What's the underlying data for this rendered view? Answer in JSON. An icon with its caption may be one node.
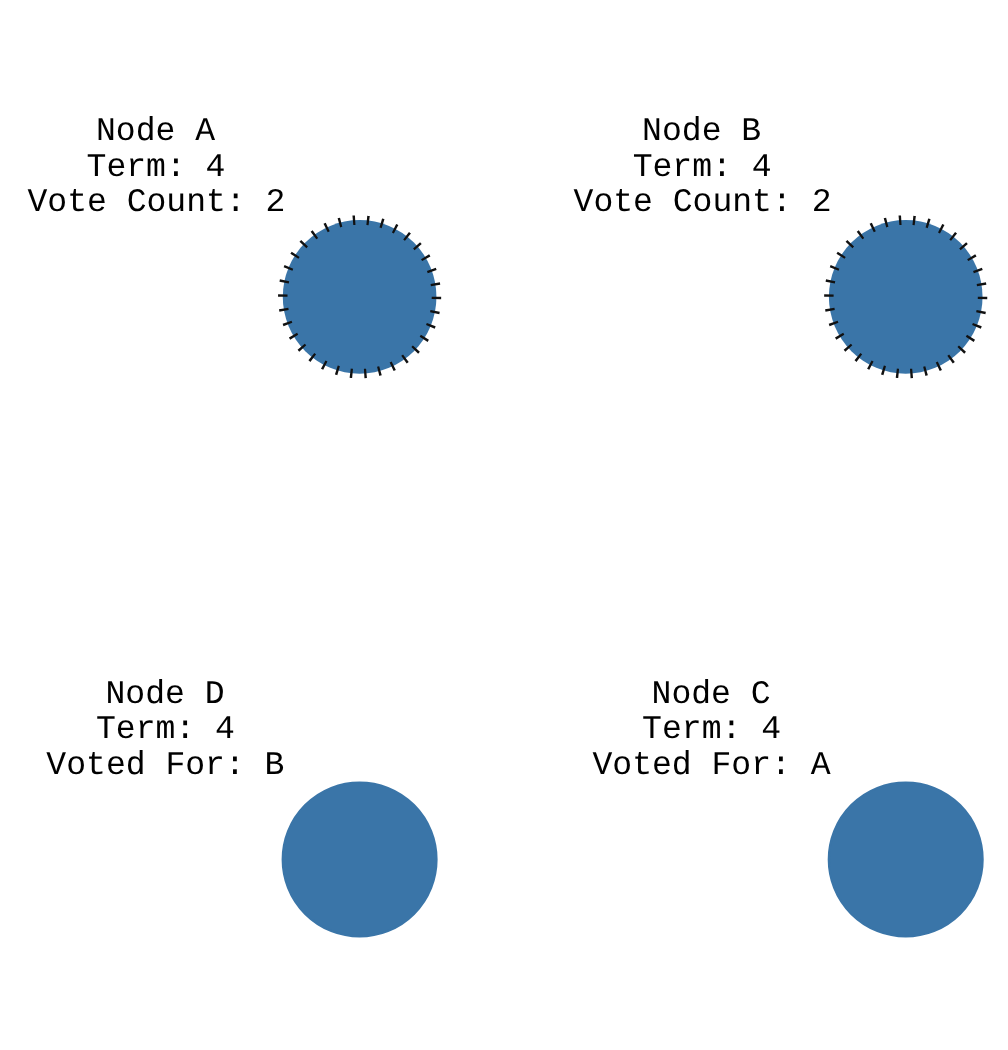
{
  "diagram": {
    "nodes": [
      {
        "text": [
          "Node A",
          "Term: 4",
          "Vote Count: 2"
        ]
      },
      {
        "text": [
          "Node B",
          "Term: 4",
          "Vote Count: 2"
        ]
      },
      {
        "text": [
          "Node D",
          "Term: 4",
          "Voted For: B"
        ]
      },
      {
        "text": [
          "Node C",
          "Term: 4",
          "Voted For: A"
        ]
      }
    ],
    "edges": []
  }
}
